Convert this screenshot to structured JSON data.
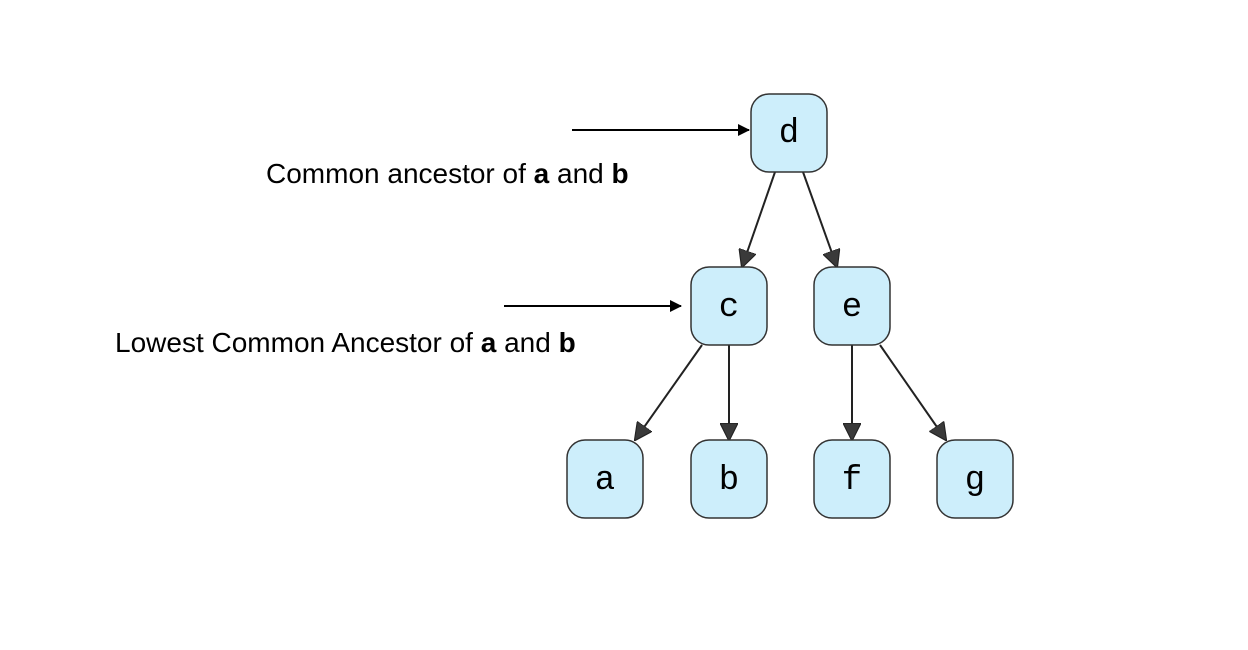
{
  "colors": {
    "node_fill": "#cdeefb",
    "node_stroke": "#333333",
    "edge": "#222222",
    "arrowhead": "#3a3a3a"
  },
  "nodes": {
    "d": "d",
    "c": "c",
    "e": "e",
    "a": "a",
    "b": "b",
    "f": "f",
    "g": "g"
  },
  "edges": [
    {
      "from": "d",
      "to": "c"
    },
    {
      "from": "d",
      "to": "e"
    },
    {
      "from": "c",
      "to": "a"
    },
    {
      "from": "c",
      "to": "b"
    },
    {
      "from": "e",
      "to": "f"
    },
    {
      "from": "e",
      "to": "g"
    }
  ],
  "annotations": {
    "common": {
      "prefix": "Common ancestor of ",
      "a": "a",
      "mid": " and ",
      "b": "b"
    },
    "lowest": {
      "prefix": "Lowest Common Ancestor of ",
      "a": "a",
      "mid": " and ",
      "b": "b"
    }
  }
}
